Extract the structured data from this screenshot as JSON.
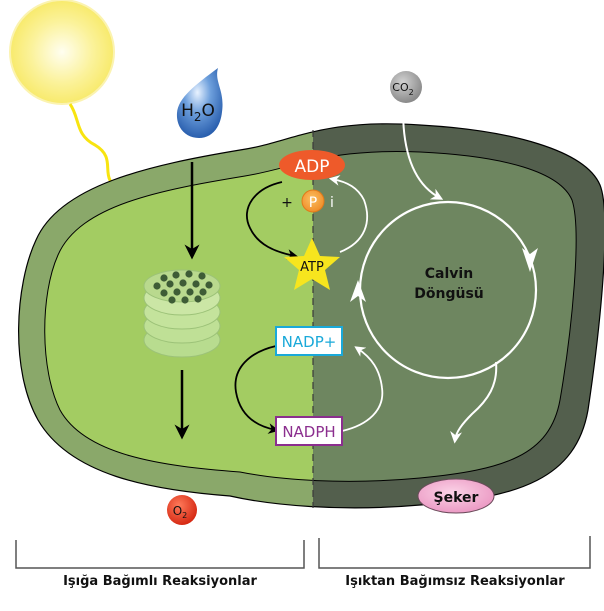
{
  "title": "Fotosentez: Işığa Bağımlı ve Işıktan Bağımsız Reaksiyonlar",
  "molecules": {
    "water": {
      "main": "H",
      "sub": "2",
      "tail": "O"
    },
    "carbon_dioxide": {
      "main": "CO",
      "sub": "2"
    },
    "oxygen": {
      "main": "O",
      "sub": "2"
    },
    "sugar": "Şeker",
    "adp": "ADP",
    "phosphate": "P",
    "phosphate_suffix": "i",
    "plus": "+",
    "atp": "ATP",
    "nadp_plus": "NADP+",
    "nadph": "NADPH"
  },
  "cycle": {
    "line1": "Calvin",
    "line2": "Döngüsü"
  },
  "sections": {
    "light_dependent": "Işığa Bağımlı Reaksiyonlar",
    "light_independent": "Işıktan Bağımsız Reaksiyonlar"
  },
  "colors": {
    "light_stroma": "#a3cc62",
    "light_membrane": "#8aa86a",
    "dark_stroma": "#6e8660",
    "dark_membrane": "#535f4d",
    "adp": "#ee5a2a",
    "phosphate": "#f4a23a",
    "atp": "#f7e51e",
    "nadp_plus": "#1aa9d9",
    "nadph": "#8b2e8e",
    "sugar": "#f2a9cf",
    "oxygen": "#e8321c",
    "water": "#3d78c2",
    "sun": "#fbf08a",
    "photon": "#f8e410"
  }
}
